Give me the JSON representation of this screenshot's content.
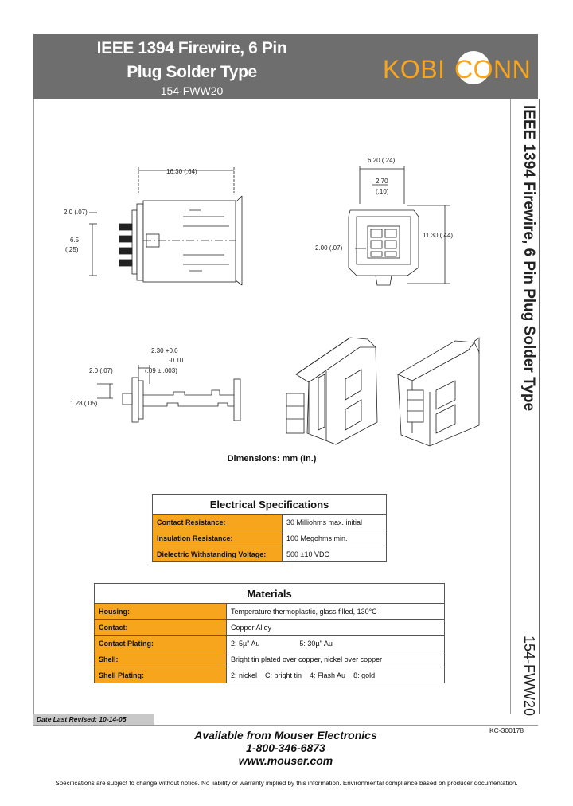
{
  "header": {
    "title_line1": "IEEE 1394 Firewire, 6 Pin",
    "title_line2": "Plug Solder Type",
    "part_number": "154-FWW20",
    "logo_left": "KOBI",
    "logo_right": "CONN"
  },
  "sidebar": {
    "title": "IEEE 1394 Firewire, 6 Pin Plug Solder Type",
    "part_number": "154-FWW20"
  },
  "dimensions": {
    "d1": "16.30 (.64)",
    "d2": "2.0 (.07)",
    "d3": "6.5",
    "d3b": "(.25)",
    "d4": "6.20 (.24)",
    "d5": "2.70",
    "d5b": "(.10)",
    "d6": "11.30 (.44)",
    "d7": "2.00 (.07)",
    "d8": "2.30 +0.0",
    "d8b": "-0.10",
    "d9": "2.0 (.07)",
    "d10": "(.09 ± .003)",
    "d11": "1.28 (.05)"
  },
  "caption": "Dimensions: mm (In.)",
  "electrical": {
    "heading": "Electrical Specifications",
    "rows": [
      {
        "label": "Contact Resistance:",
        "value": "30 Milliohms max. initial"
      },
      {
        "label": "Insulation Resistance:",
        "value": "100 Megohms min."
      },
      {
        "label": "Dielectric Withstanding Voltage:",
        "value": "500 ±10 VDC"
      }
    ]
  },
  "materials": {
    "heading": "Materials",
    "rows": [
      {
        "label": "Housing:",
        "value": "Temperature thermoplastic, glass filled, 130°C"
      },
      {
        "label": "Contact:",
        "value": "Copper Alloy"
      },
      {
        "label": "Contact Plating:",
        "value": "2: 5µ\" Au                    5: 30µ\" Au"
      },
      {
        "label": "Shell:",
        "value": "Bright tin plated over copper, nickel over copper"
      },
      {
        "label": "Shell Plating:",
        "value": "2: nickel    C: bright tin    4: Flash Au    8: gold"
      }
    ]
  },
  "footer": {
    "date_revised": "Date Last Revised:  10-14-05",
    "kc_number": "KC-300178",
    "available": "Available from Mouser Electronics",
    "phone": "1-800-346-6873",
    "website": "www.mouser.com",
    "disclaimer": "Specifications are subject to change without notice. No liability or warranty implied by this information. Environmental compliance based on producer documentation."
  },
  "colors": {
    "header_gray": "#6e6e6e",
    "accent_orange": "#f7a51c"
  }
}
